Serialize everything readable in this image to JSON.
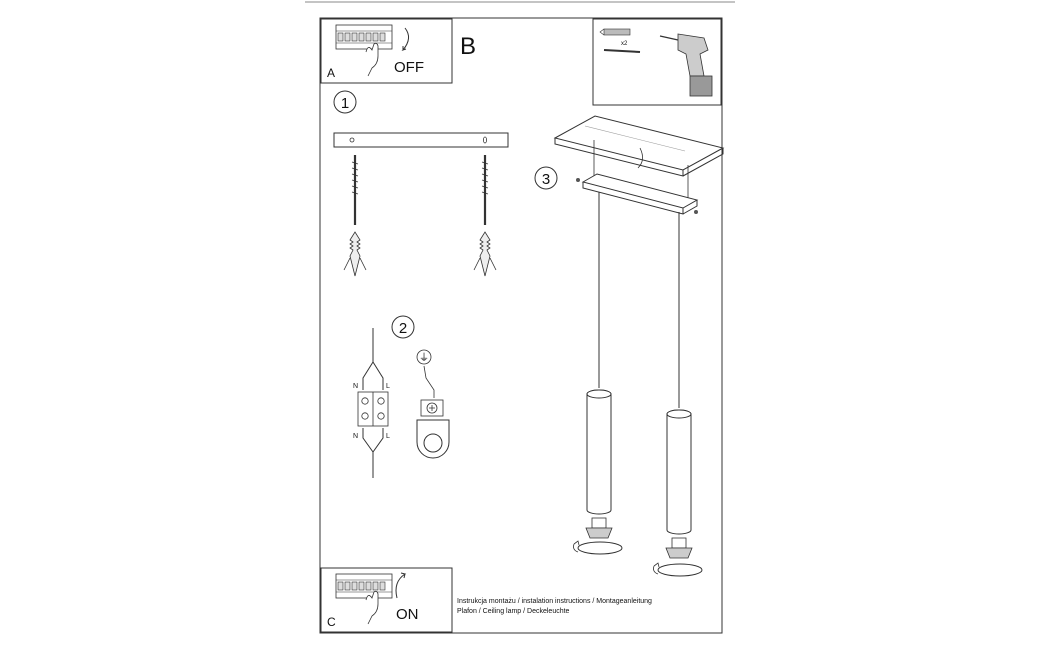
{
  "panels": {
    "a": {
      "letter": "A",
      "state": "OFF"
    },
    "b": {
      "letter": "B",
      "tools": {
        "anchor_count": "x2"
      }
    },
    "c": {
      "letter": "C",
      "state": "ON"
    }
  },
  "steps": [
    "1",
    "2",
    "3"
  ],
  "wiring": {
    "top_labels": [
      "N",
      "L"
    ],
    "bottom_labels": [
      "N",
      "L"
    ],
    "earth_symbol": "⏚"
  },
  "footer": {
    "line1": "Instrukcja montażu / instalation instructions / Montageanleitung",
    "line2": "Plafon / Ceiling lamp / Deckeleuchte"
  },
  "icons": [
    "circuit-breaker-icon",
    "hand-icon",
    "arrow-down-icon",
    "arrow-up-icon",
    "drill-icon",
    "wall-plug-icon",
    "screw-icon",
    "earth-icon",
    "bulb-icon",
    "rotate-arrow-icon"
  ]
}
